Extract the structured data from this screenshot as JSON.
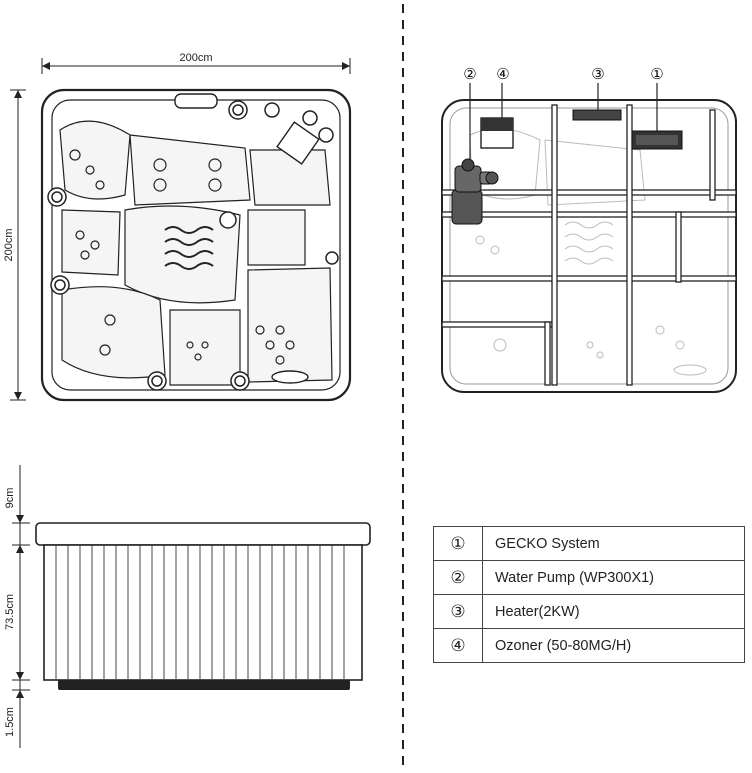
{
  "top_width_label": "200cm",
  "top_depth_label": "200cm",
  "side_heights": [
    "9cm",
    "73.5cm",
    "1.5cm"
  ],
  "callout_numbers": [
    "②",
    "④",
    "③",
    "①"
  ],
  "legend": [
    {
      "symbol": "①",
      "label": "GECKO System"
    },
    {
      "symbol": "②",
      "label": "Water Pump (WP300X1)"
    },
    {
      "symbol": "③",
      "label": "Heater(2KW)"
    },
    {
      "symbol": "④",
      "label": "Ozoner (50-80MG/H)"
    }
  ]
}
